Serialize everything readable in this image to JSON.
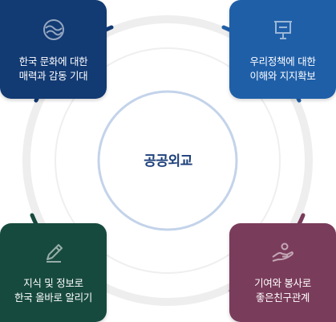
{
  "center": {
    "title": "공공외교"
  },
  "cards": {
    "top_left": {
      "line1": "한국 문화에 대한",
      "line2": "매력과 감동 기대",
      "icon": "globe-icon",
      "color": "#123a73"
    },
    "top_right": {
      "line1": "우리정책에 대한",
      "line2": "이해와 지지확보",
      "icon": "presentation-board-icon",
      "color": "#1f5fa8"
    },
    "bottom_left": {
      "line1": "지식 및 정보로",
      "line2": "한국 올바로 알리기",
      "icon": "pencil-icon",
      "color": "#174a3e"
    },
    "bottom_right": {
      "line1": "기여와 봉사로",
      "line2": "좋은친구관계",
      "icon": "helping-hand-icon",
      "color": "#7a3c5b"
    }
  }
}
